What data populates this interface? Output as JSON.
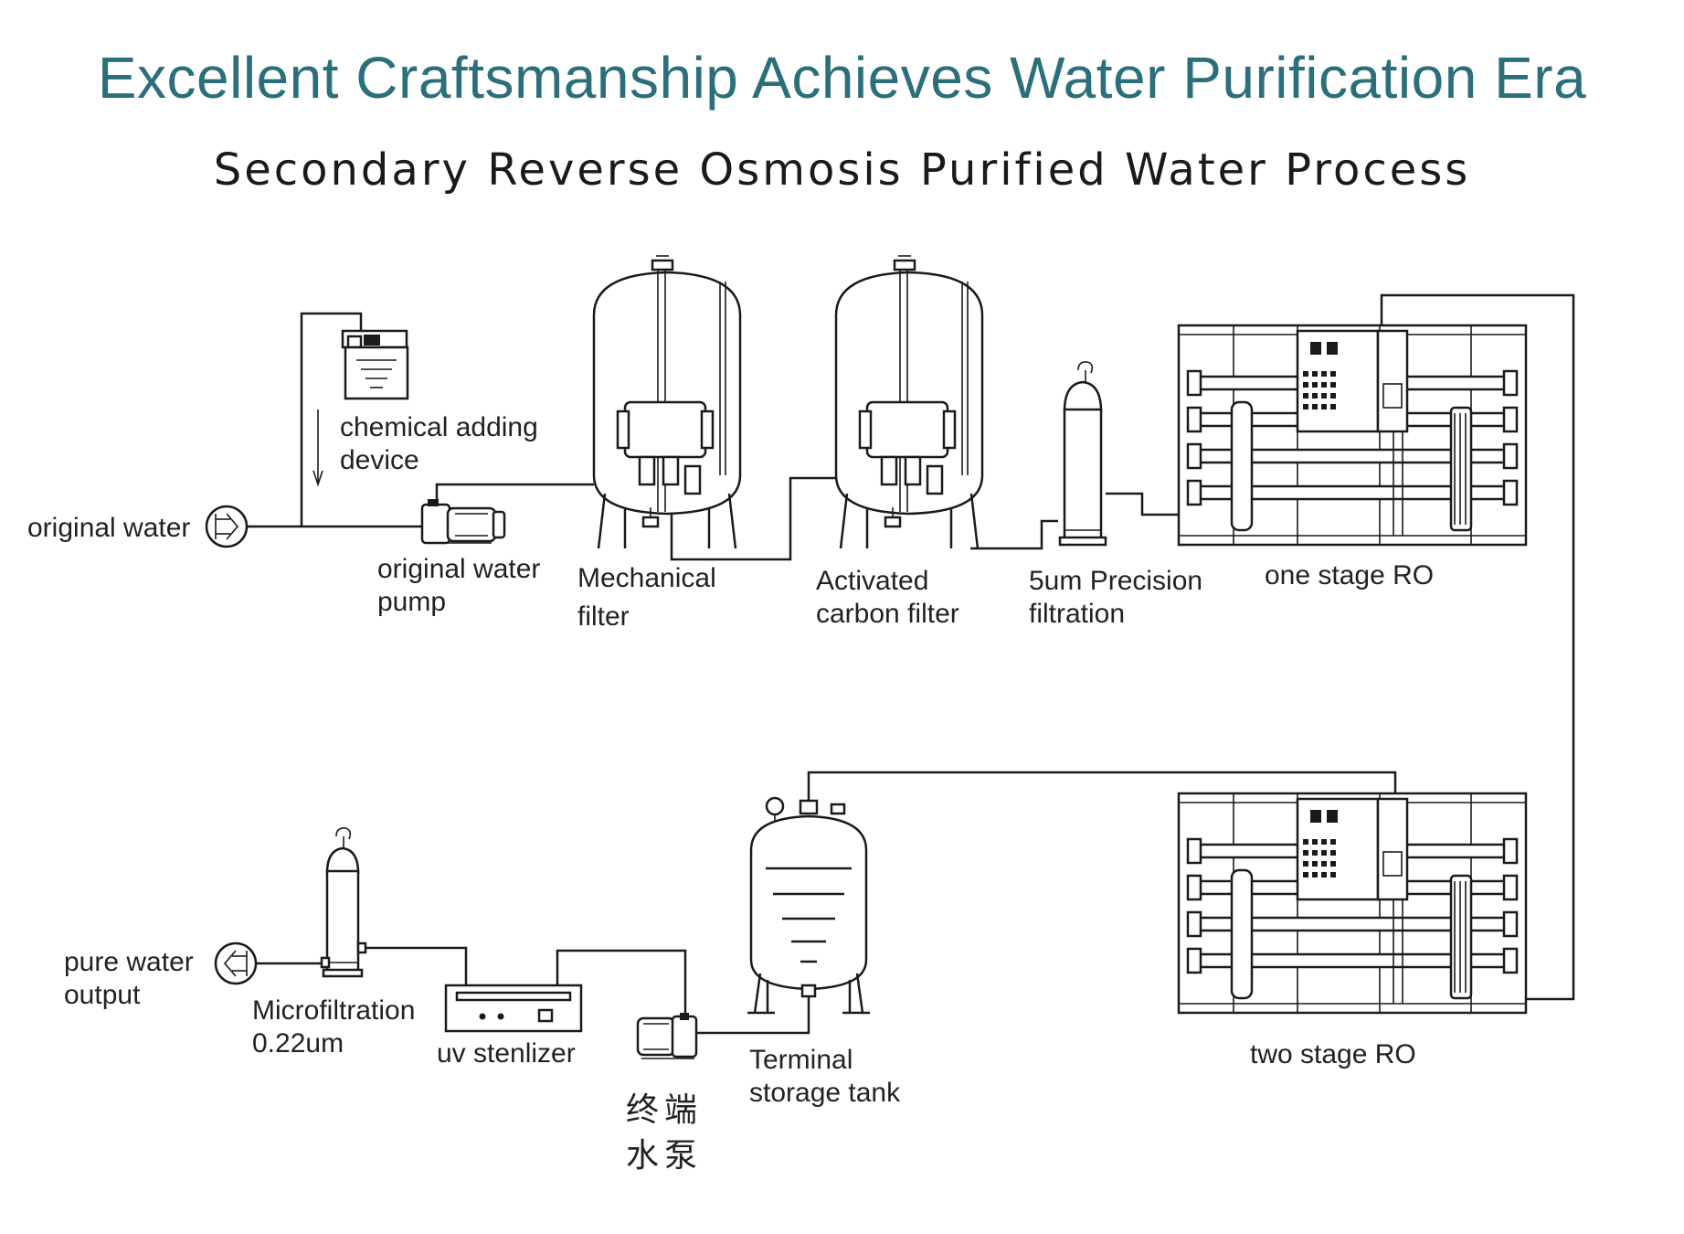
{
  "title": "Excellent Craftsmanship Achieves Water Purification Era",
  "subtitle": "Secondary Reverse Osmosis Purified Water Process",
  "colors": {
    "title": "#2a6f7a",
    "line": "#1a1a1a"
  },
  "labels": {
    "original_water": "original water",
    "chemical_adding_device": "chemical adding device",
    "original_water_pump": "original water pump",
    "mechanical_filter": "Mechanical filter",
    "activated_carbon_filter": "Activated carbon filter",
    "precision_filtration": "5um Precision filtration",
    "one_stage_ro": "one stage RO",
    "two_stage_ro": "two stage RO",
    "terminal_storage_tank": "Terminal storage tank",
    "terminal_pump_cn": "终端水泵",
    "uv_sterilizer": "uv stenlizer",
    "microfiltration": "Microfiltration 0.22um",
    "pure_water_output": "pure water output"
  }
}
